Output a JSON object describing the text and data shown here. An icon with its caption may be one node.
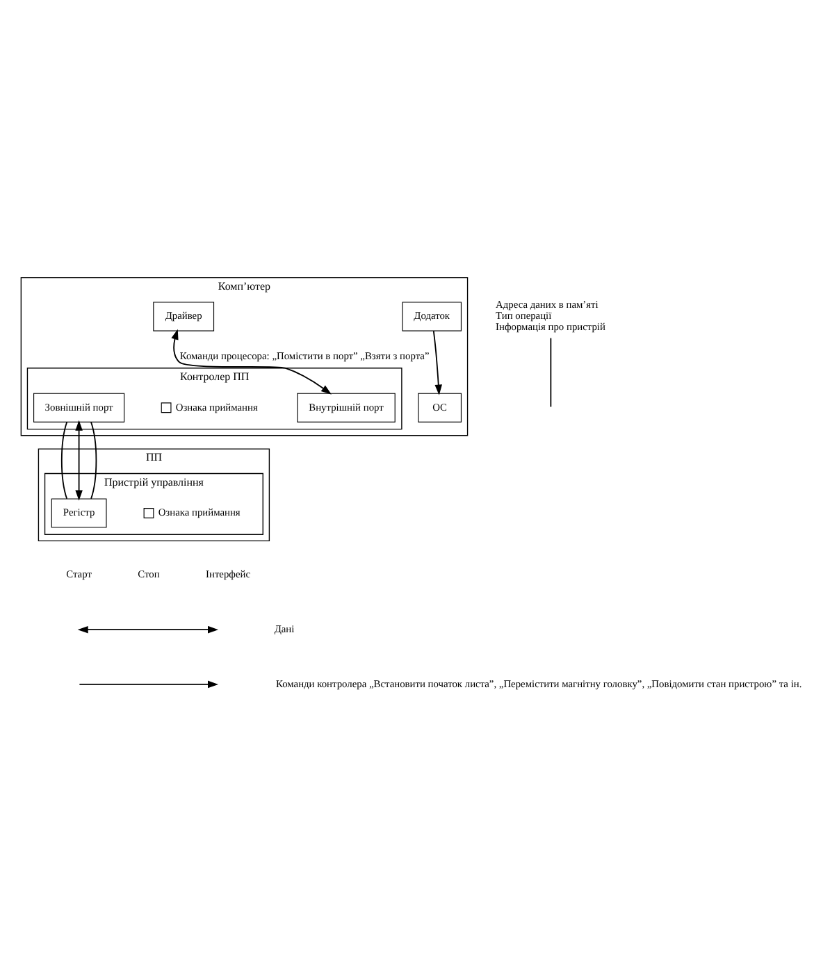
{
  "diagram": {
    "nodes": [
      {
        "text": [
          "Комп’ютер"
        ]
      },
      {
        "text": [
          "Додаток"
        ],
        "in": 0
      },
      {
        "text": [
          "ОС"
        ],
        "in": 0
      },
      {
        "text": [
          "Драйвер"
        ],
        "in": 0
      },
      {
        "text": [
          "Контролер ПП"
        ],
        "in": 0
      },
      {
        "text": [
          "Внутрішній порт"
        ],
        "in": 4
      },
      {
        "text": [],
        "shape": "box",
        "beside": [
          "Ознака приймання"
        ],
        "in": 4
      },
      {
        "text": [
          "Зовнішній порт"
        ],
        "in": 4
      },
      {
        "text": [
          "ПП"
        ]
      },
      {
        "text": [
          "Пристрій управління"
        ],
        "in": 8
      },
      {
        "text": [],
        "shape": "box",
        "beside": [
          "Ознака приймання"
        ],
        "in": 9
      },
      {
        "text": [
          "Регістр"
        ],
        "in": 9
      },
      {
        "text": [
          "Адреса даних в пам’яті",
          "Тип операції",
          "Інформація про пристрій"
        ]
      }
    ],
    "edges": [
      {
        "from": 1,
        "to": 2,
        "arrow": "to"
      },
      {
        "from": 12,
        "to": null,
        "arrow": "none"
      },
      {
        "from": 3,
        "to": 5,
        "arrow": "both",
        "label": "Команди процесора: „Помістити в порт” „Взяти з порта”"
      },
      {
        "from": 7,
        "to": 11,
        "arrow": "none"
      },
      {
        "from": 7,
        "to": 11,
        "arrow": "both"
      },
      {
        "from": 7,
        "to": 11,
        "arrow": "none"
      }
    ],
    "labels": [
      "Старт",
      "Стоп",
      "Інтерфейс"
    ],
    "legend": [
      {
        "text": "Дані"
      },
      {
        "text": "Команди контролера „Встановити початок листа”, „Перемістити магнітну головку”, „Повідомити стан пристрою” та ін."
      }
    ]
  }
}
